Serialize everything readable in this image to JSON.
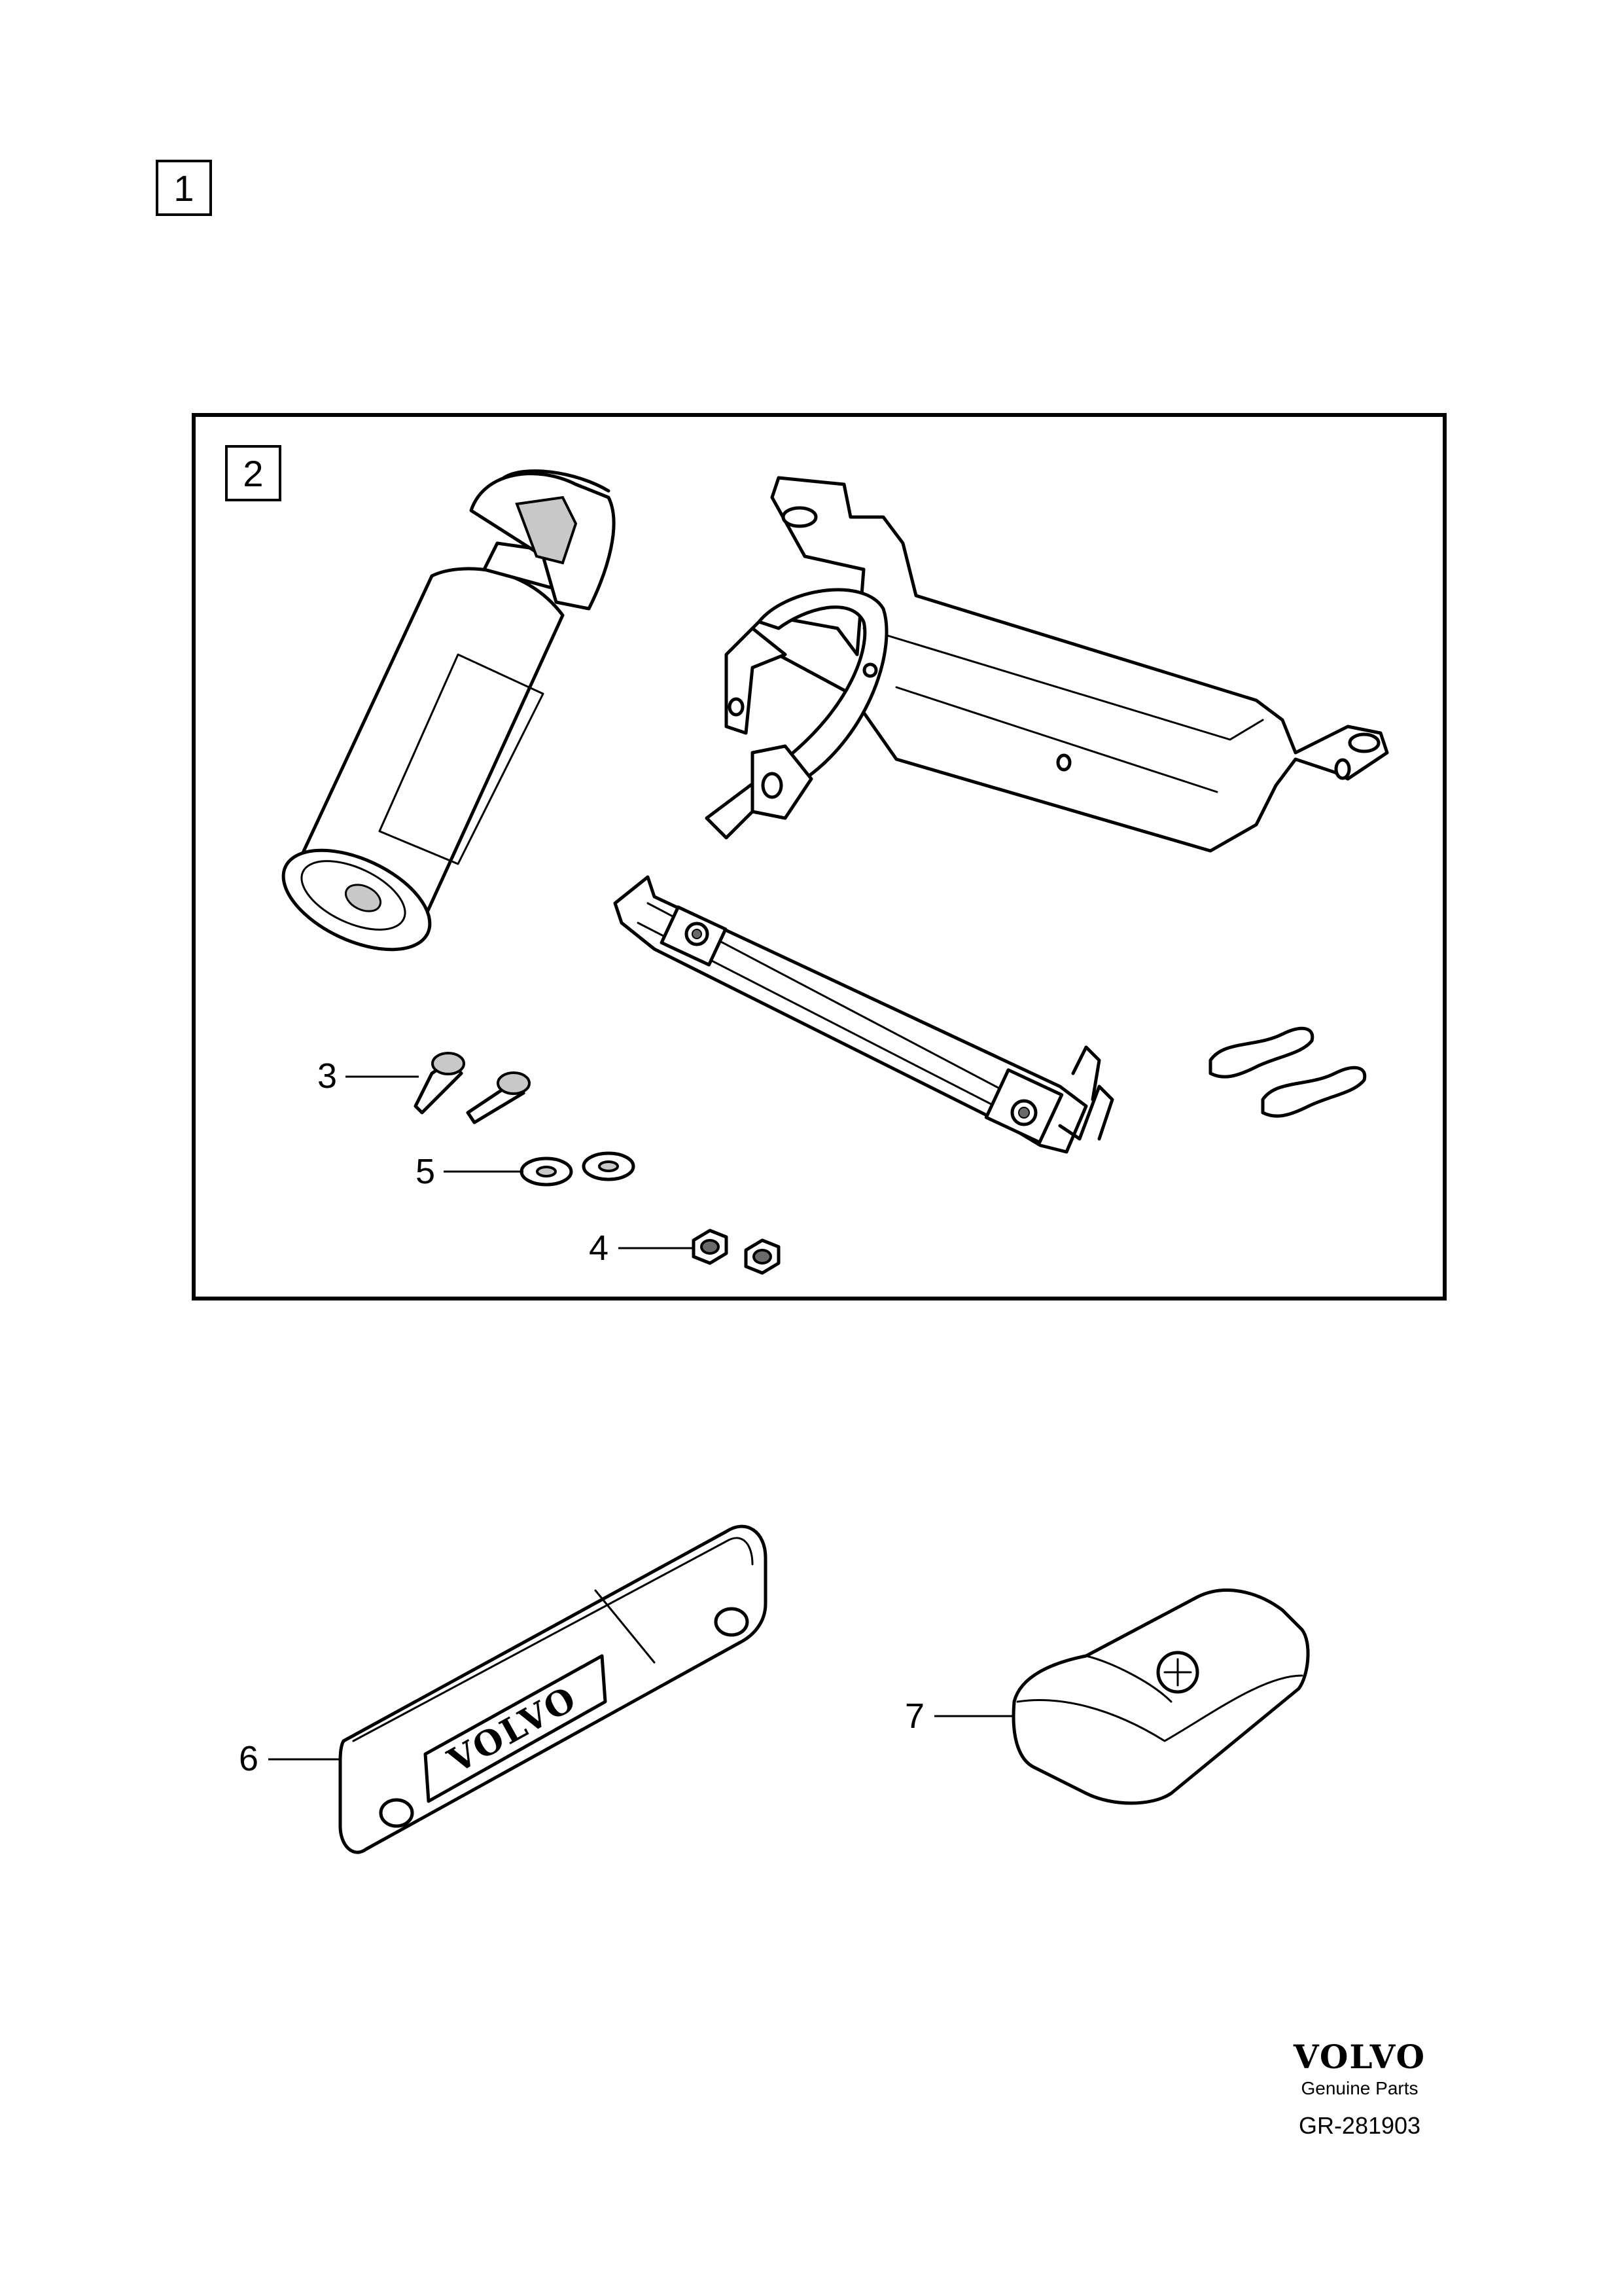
{
  "group_labels": {
    "outer": "1",
    "inner": "2"
  },
  "callouts": {
    "c3": "3",
    "c4": "4",
    "c5": "5",
    "c6": "6",
    "c7": "7"
  },
  "tag_logo_text": "VOLVO",
  "footer": {
    "brand": "VOLVO",
    "subtitle": "Genuine Parts",
    "doc_id": "GR-281903"
  }
}
